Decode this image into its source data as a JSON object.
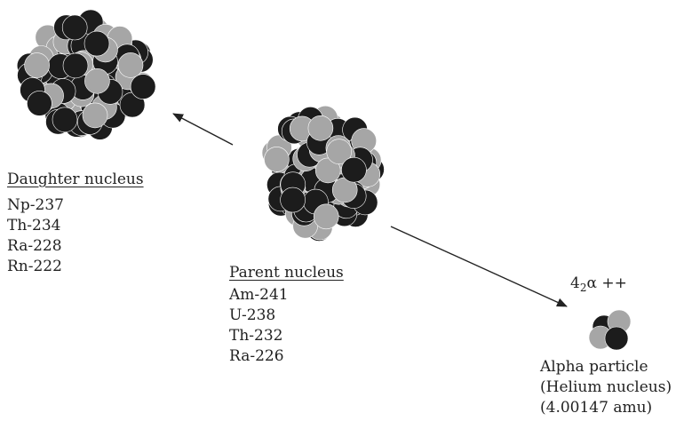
{
  "colors": {
    "dark_nucleon": "#1c1c1c",
    "light_nucleon": "#a6a6a6",
    "arrow": "#222222"
  },
  "daughter": {
    "heading": "Daughter nucleus",
    "items": [
      "Np-237",
      "Th-234",
      "Ra-228",
      "Rn-222"
    ]
  },
  "parent": {
    "heading": "Parent nucleus",
    "items": [
      "Am-241",
      "U-238",
      "Th-232",
      "Ra-226"
    ]
  },
  "alpha": {
    "symbol_mass": "4",
    "symbol_charge_number": "2",
    "symbol_letter": "α",
    "symbol_charge": " ++",
    "lines": [
      "Alpha particle",
      "(Helium nucleus)",
      "(4.00147 amu)"
    ]
  }
}
